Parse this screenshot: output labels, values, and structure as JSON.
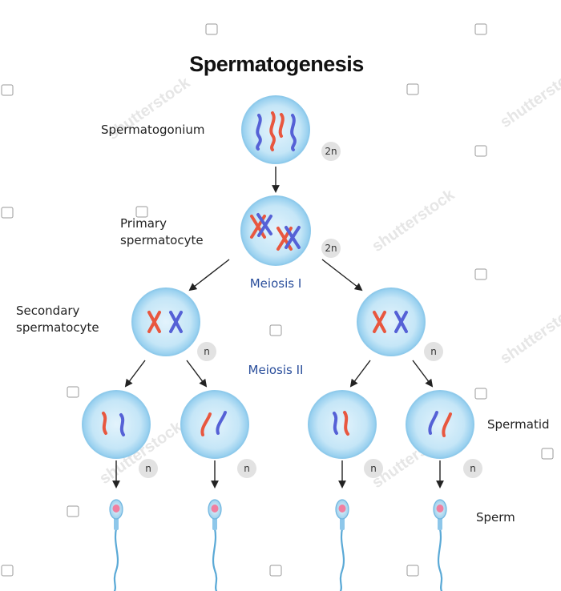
{
  "title": "Spermatogenesis",
  "labels": {
    "spermatogonium": "Spermatogonium",
    "primary_line1": "Primary",
    "primary_line2": "spermatocyte",
    "secondary_line1": "Secondary",
    "secondary_line2": "spermatocyte",
    "spermatid": "Spermatid",
    "sperm": "Sperm"
  },
  "meiosis": {
    "first": "Meiosis I",
    "second": "Meiosis II"
  },
  "ploidy": {
    "spermatogonium": "2n",
    "primary": "2n",
    "secondary_left": "n",
    "secondary_right": "n",
    "spermatid_1": "n",
    "spermatid_2": "n",
    "spermatid_3": "n",
    "spermatid_4": "n"
  },
  "watermark": {
    "text": "shutterstock"
  },
  "colors": {
    "cell_fill": "#bfe2f5",
    "cell_rim": "#8fcaeb",
    "chromosome_red": "#e8573f",
    "chromosome_blue": "#5561d6",
    "sperm_head": "#b9dcf0",
    "sperm_nucleus": "#f07fa0",
    "sperm_tail": "#5aa9d6",
    "ploidy_badge": "#e2e2e2",
    "meiosis_text": "#2b4f9c"
  }
}
